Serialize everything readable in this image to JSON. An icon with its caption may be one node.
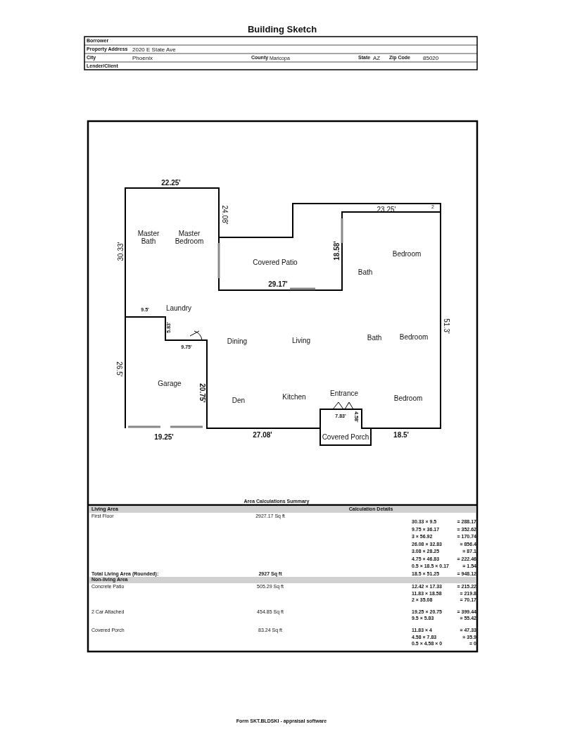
{
  "diagram": {
    "title": "Building Sketch",
    "labels": [
      "Borrower",
      "Property Address",
      "2020 E State Ave",
      "City",
      "Phoenix",
      "County",
      "Maricopa",
      "State",
      "AZ",
      "Zip Code",
      "85020",
      "Lender/Client",
      "22.25'",
      "24.08'",
      "23.25'",
      "2",
      "Master Bath",
      "Master Bedroom",
      "30.33'",
      "18.58'",
      "Covered Patio",
      "Bedroom",
      "Bath",
      "29.17'",
      "9.5'",
      "Laundry",
      "5.83'",
      "Dining",
      "Living",
      "Bath",
      "Bedroom",
      "51.3'",
      "9.75'",
      "26.5'",
      "Garage",
      "20.75'",
      "Den",
      "Kitchen",
      "Entrance",
      "Bedroom",
      "7.83'",
      "4.58'",
      "19.25'",
      "27.08'",
      "Covered Porch",
      "18.5'",
      "Area Calculations Summary",
      "Living Area",
      "Calculation Details",
      "First Floor",
      "2927.17 Sq ft",
      "30.33 × 9.5",
      "= 288.17",
      "9.75 × 36.17",
      "= 352.62",
      "3 × 56.92",
      "= 170.74",
      "26.08 × 32.83",
      "= 856.4",
      "3.08 × 28.25",
      "= 87.1",
      "4.75 × 46.83",
      "= 222.46",
      "0.5 × 18.5 × 0.17",
      "= 1.54",
      "18.5 × 51.25",
      "= 948.12",
      "Total Living Area (Rounded):",
      "2927 Sq ft",
      "Non-living Area",
      "Concrete Patio",
      "505.29 Sq ft",
      "12.42 × 17.33",
      "= 215.22",
      "11.83 × 18.58",
      "= 219.8",
      "2 × 35.08",
      "= 70.17",
      "2 Car Attached",
      "454.85 Sq ft",
      "19.25 × 20.75",
      "= 399.44",
      "9.5 × 5.83",
      "= 55.42",
      "Covered Porch",
      "83.24 Sq ft",
      "11.83 × 4",
      "= 47.33",
      "4.58 × 7.83",
      "= 35.9",
      "0.5 × 4.58 × 0",
      "= 0",
      "Form SKT.BLDSKI - appraisal software"
    ]
  }
}
